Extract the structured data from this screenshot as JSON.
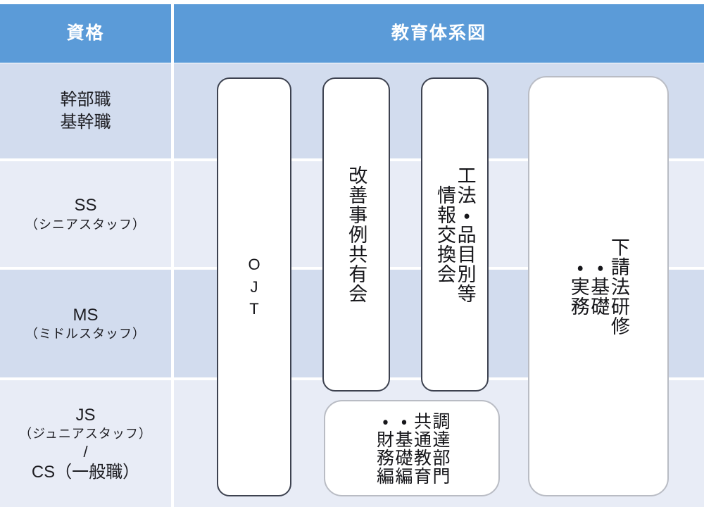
{
  "header": {
    "left_label": "資格",
    "right_label": "教育体系図"
  },
  "rows": [
    {
      "id": "exec",
      "shade": "dark",
      "lines": [
        {
          "text": "幹部職",
          "style": "main"
        },
        {
          "text": "基幹職",
          "style": "main"
        }
      ]
    },
    {
      "id": "ss",
      "shade": "light",
      "lines": [
        {
          "text": "SS",
          "style": "main"
        },
        {
          "text": "（シニアスタッフ）",
          "style": "sub"
        }
      ]
    },
    {
      "id": "ms",
      "shade": "dark",
      "lines": [
        {
          "text": "MS",
          "style": "main"
        },
        {
          "text": "（ミドルスタッフ）",
          "style": "sub"
        }
      ]
    },
    {
      "id": "js-cs",
      "shade": "light",
      "lines": [
        {
          "text": "JS",
          "style": "main"
        },
        {
          "text": "（ジュニアスタッフ）",
          "style": "sub"
        },
        {
          "text": "/",
          "style": "slash"
        },
        {
          "text": "CS（一般職）",
          "style": "main"
        }
      ]
    }
  ],
  "boxes": [
    {
      "id": "ojt",
      "kind": "latin-stack",
      "letters": [
        "O",
        "J",
        "T"
      ],
      "columns": []
    },
    {
      "id": "kaizen-jirei",
      "kind": "vertical",
      "columns": [
        "改善事例共有会"
      ]
    },
    {
      "id": "kouhou-hinmoku",
      "kind": "vertical",
      "columns": [
        "工法・品目別等",
        "情報交換会"
      ]
    },
    {
      "id": "shitauke-hou",
      "kind": "vertical",
      "columns": [
        "下請法研修",
        "・基礎",
        "・実務"
      ]
    },
    {
      "id": "chotatsu-bumon",
      "kind": "vertical",
      "columns": [
        "調達部門",
        "共通教育",
        "・基礎編",
        "・財務編"
      ]
    }
  ],
  "colors": {
    "header_blue": "#5b9bd8",
    "row_dark": "#d2dcee",
    "row_light": "#e8ecf6",
    "box_border_dark": "#3d4250",
    "box_border_light": "#b9bcc4",
    "text": "#16161a"
  }
}
